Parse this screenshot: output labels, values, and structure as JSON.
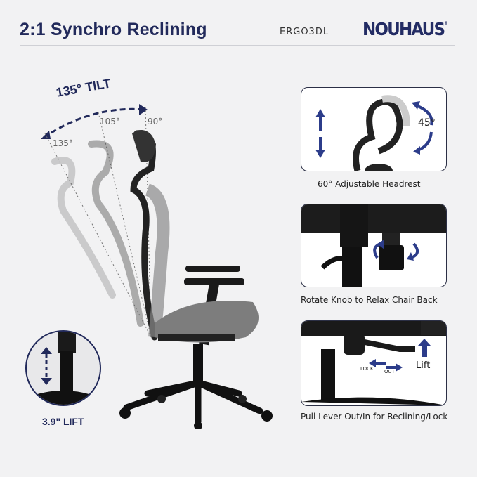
{
  "header": {
    "title": "2:1 Synchro Reclining",
    "model": "ERGO3DL",
    "brand": "NOUHAUS",
    "brand_mark": "®"
  },
  "tilt_diagram": {
    "label": "135° TILT",
    "angles": [
      "135°",
      "105°",
      "90°"
    ]
  },
  "lift_callout": {
    "label": "3.9\" LIFT",
    "icon": "double-arrow-vertical-icon"
  },
  "features": [
    {
      "caption": "60° Adjustable Headrest",
      "annotation": "45°",
      "icons": [
        "up-down-arrows-icon",
        "rotate-arc-arrows-icon"
      ]
    },
    {
      "caption": "Rotate Knob to Relax Chair Back",
      "icons": [
        "rotate-knob-arrows-icon"
      ]
    },
    {
      "caption": "Pull Lever Out/In for Reclining/Lock",
      "annotations": [
        "LOCK",
        "OUT",
        "Lift"
      ],
      "icons": [
        "left-arrow-icon",
        "right-arrow-icon",
        "up-arrow-icon"
      ]
    }
  ],
  "colors": {
    "accent": "#222a5b",
    "background": "#f2f2f3",
    "panel_border": "#2b2f45",
    "arrow": "#2c3c8a"
  }
}
